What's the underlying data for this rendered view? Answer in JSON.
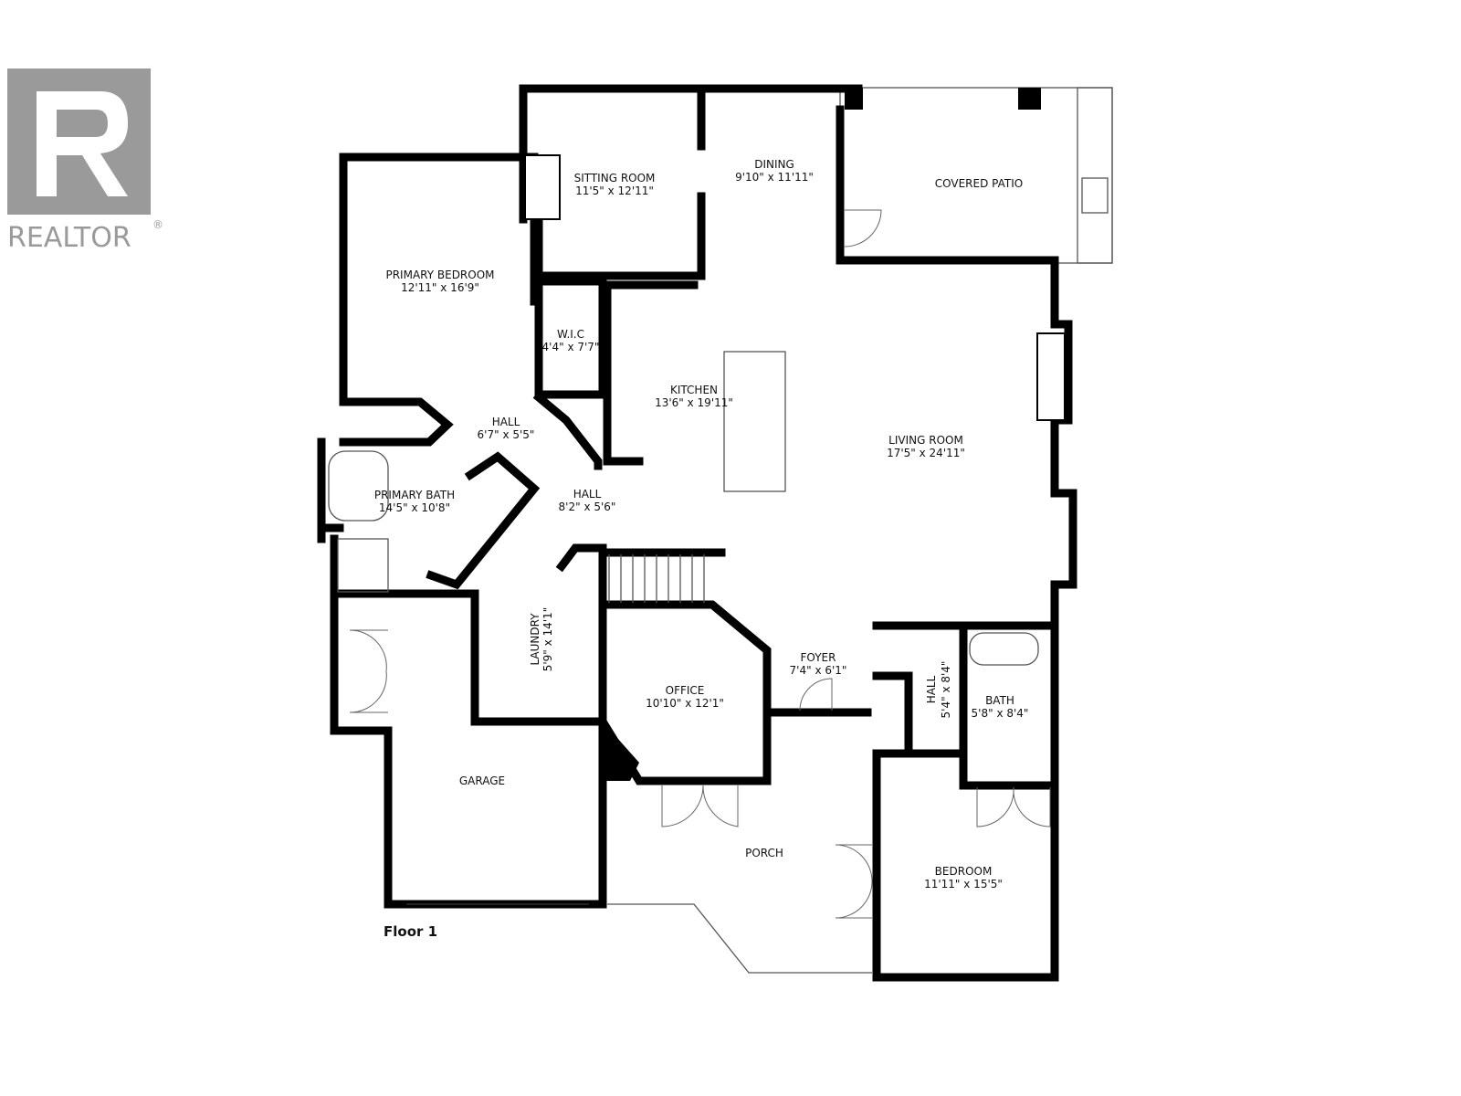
{
  "logo": {
    "text": "REALTOR",
    "mark": "®",
    "color": "#9a9a9a"
  },
  "floor_label": "Floor 1",
  "rooms": [
    {
      "name": "SITTING ROOM",
      "size": "11'5\" x 12'11\""
    },
    {
      "name": "DINING",
      "size": "9'10\" x 11'11\""
    },
    {
      "name": "COVERED PATIO",
      "size": ""
    },
    {
      "name": "PRIMARY BEDROOM",
      "size": "12'11\" x 16'9\""
    },
    {
      "name": "W.I.C",
      "size": "4'4\" x 7'7\""
    },
    {
      "name": "KITCHEN",
      "size": "13'6\" x 19'11\""
    },
    {
      "name": "LIVING ROOM",
      "size": "17'5\" x 24'11\""
    },
    {
      "name": "HALL",
      "size": "6'7\" x 5'5\""
    },
    {
      "name": "PRIMARY BATH",
      "size": "14'5\" x 10'8\""
    },
    {
      "name": "HALL",
      "size": "8'2\" x 5'6\""
    },
    {
      "name": "LAUNDRY",
      "size": "5'9\" x 14'1\""
    },
    {
      "name": "OFFICE",
      "size": "10'10\" x 12'1\""
    },
    {
      "name": "FOYER",
      "size": "7'4\" x 6'1\""
    },
    {
      "name": "HALL",
      "size": "5'4\" x 8'4\""
    },
    {
      "name": "BATH",
      "size": "5'8\" x 8'4\""
    },
    {
      "name": "GARAGE",
      "size": ""
    },
    {
      "name": "PORCH",
      "size": ""
    },
    {
      "name": "BEDROOM",
      "size": "11'11\" x 15'5\""
    }
  ]
}
